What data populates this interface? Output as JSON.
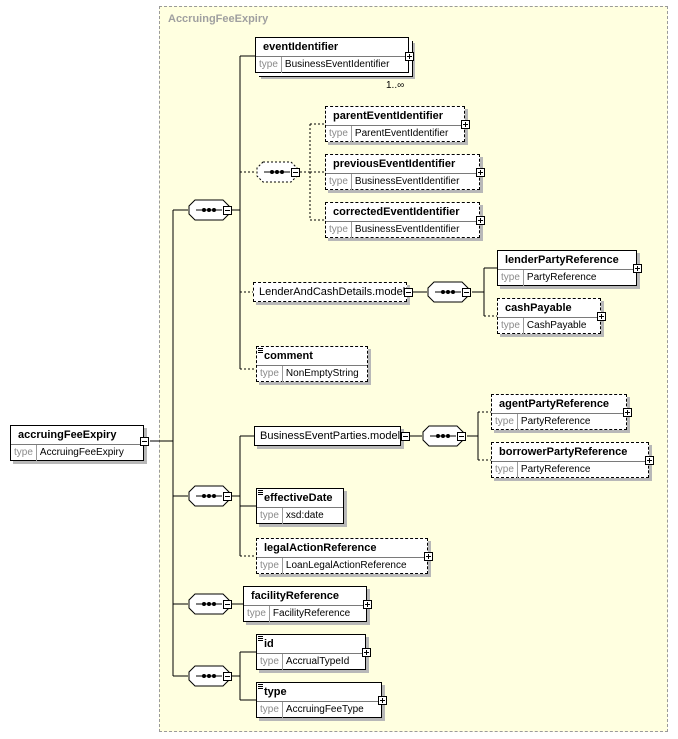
{
  "panel": {
    "title": "AccruingFeeExpiry"
  },
  "type_label": "type",
  "root": {
    "name": "accruingFeeExpiry",
    "type": "AccruingFeeExpiry"
  },
  "elements": {
    "eventIdentifier": {
      "name": "eventIdentifier",
      "type": "BusinessEventIdentifier",
      "occurs": "1..∞"
    },
    "parentEventIdentifier": {
      "name": "parentEventIdentifier",
      "type": "ParentEventIdentifier"
    },
    "previousEventIdentifier": {
      "name": "previousEventIdentifier",
      "type": "BusinessEventIdentifier"
    },
    "correctedEventIdentifier": {
      "name": "correctedEventIdentifier",
      "type": "BusinessEventIdentifier"
    },
    "lenderPartyReference": {
      "name": "lenderPartyReference",
      "type": "PartyReference"
    },
    "cashPayable": {
      "name": "cashPayable",
      "type": "CashPayable"
    },
    "comment": {
      "name": "comment",
      "type": "NonEmptyString"
    },
    "agentPartyReference": {
      "name": "agentPartyReference",
      "type": "PartyReference"
    },
    "borrowerPartyReference": {
      "name": "borrowerPartyReference",
      "type": "PartyReference"
    },
    "effectiveDate": {
      "name": "effectiveDate",
      "type": "xsd:date"
    },
    "legalActionReference": {
      "name": "legalActionReference",
      "type": "LoanLegalActionReference"
    },
    "facilityReference": {
      "name": "facilityReference",
      "type": "FacilityReference"
    },
    "id": {
      "name": "id",
      "type": "AccrualTypeId"
    },
    "type": {
      "name": "type",
      "type": "AccruingFeeType"
    }
  },
  "groups": {
    "lenderAndCashDetails": {
      "name": "LenderAndCashDetails.model"
    },
    "businessEventParties": {
      "name": "BusinessEventParties.model"
    }
  }
}
